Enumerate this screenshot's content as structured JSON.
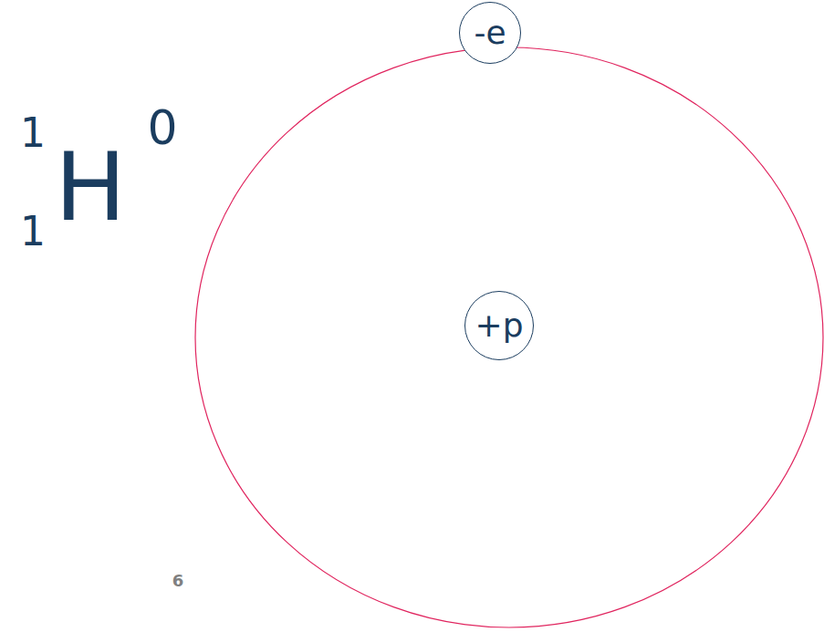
{
  "diagram": {
    "nodes": [
      {
        "text": [
          "-e"
        ]
      },
      {
        "text": [
          "+p"
        ]
      }
    ],
    "labels": [
      "1",
      "0",
      "H",
      "1",
      "6"
    ]
  }
}
